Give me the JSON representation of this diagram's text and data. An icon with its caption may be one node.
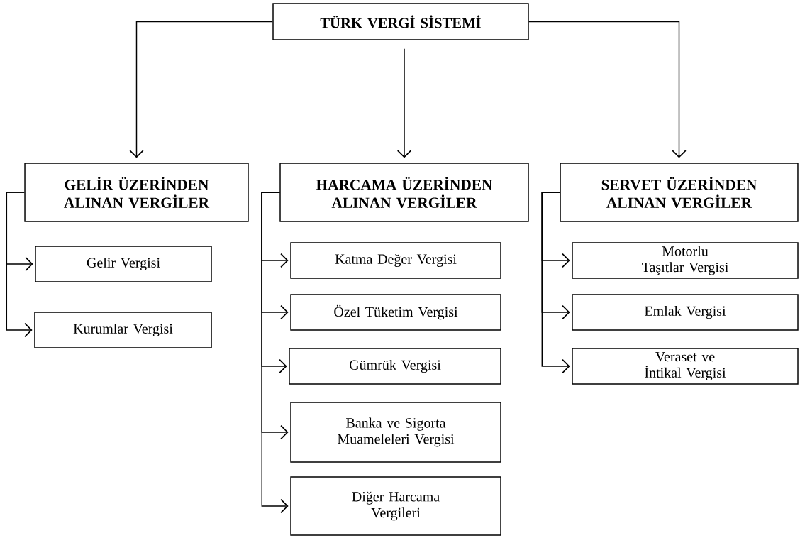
{
  "diagram": {
    "nodes": [
      {
        "text": [
          "TÜRK VERGİ SİSTEMİ"
        ]
      },
      {
        "text": [
          "GELİR ÜZERİNDEN ALINAN VERGİLER"
        ]
      },
      {
        "text": [
          "HARCAMA ÜZERİNDEN ALINAN VERGİLER"
        ]
      },
      {
        "text": [
          "SERVET ÜZERİNDEN ALINAN VERGİLER"
        ]
      },
      {
        "text": [
          "Gelir Vergisi"
        ]
      },
      {
        "text": [
          "Kurumlar Vergisi"
        ]
      },
      {
        "text": [
          "Katma Değer Vergisi"
        ]
      },
      {
        "text": [
          "Özel Tüketim Vergisi"
        ]
      },
      {
        "text": [
          "Gümrük Vergisi"
        ]
      },
      {
        "text": [
          "Banka ve Sigorta Muameleleri Vergisi"
        ]
      },
      {
        "text": [
          "Diğer Harcama Vergileri"
        ]
      },
      {
        "text": [
          "Motorlu Taşıtlar Vergisi"
        ]
      },
      {
        "text": [
          "Emlak Vergisi"
        ]
      },
      {
        "text": [
          "Veraset ve İntikal Vergisi"
        ]
      }
    ],
    "edges": [
      {
        "from": 0,
        "to": 1,
        "arrow": "to"
      },
      {
        "from": 0,
        "to": 2,
        "arrow": "to"
      },
      {
        "from": 0,
        "to": 3,
        "arrow": "to"
      },
      {
        "from": 1,
        "to": 4,
        "arrow": "to"
      },
      {
        "from": 1,
        "to": 5,
        "arrow": "to"
      },
      {
        "from": 2,
        "to": 6,
        "arrow": "to"
      },
      {
        "from": 2,
        "to": 7,
        "arrow": "to"
      },
      {
        "from": 2,
        "to": 8,
        "arrow": "to"
      },
      {
        "from": 2,
        "to": 9,
        "arrow": "to"
      },
      {
        "from": 2,
        "to": 10,
        "arrow": "to"
      },
      {
        "from": 3,
        "to": 11,
        "arrow": "to"
      },
      {
        "from": 3,
        "to": 12,
        "arrow": "to"
      },
      {
        "from": 3,
        "to": 13,
        "arrow": "to"
      }
    ]
  }
}
